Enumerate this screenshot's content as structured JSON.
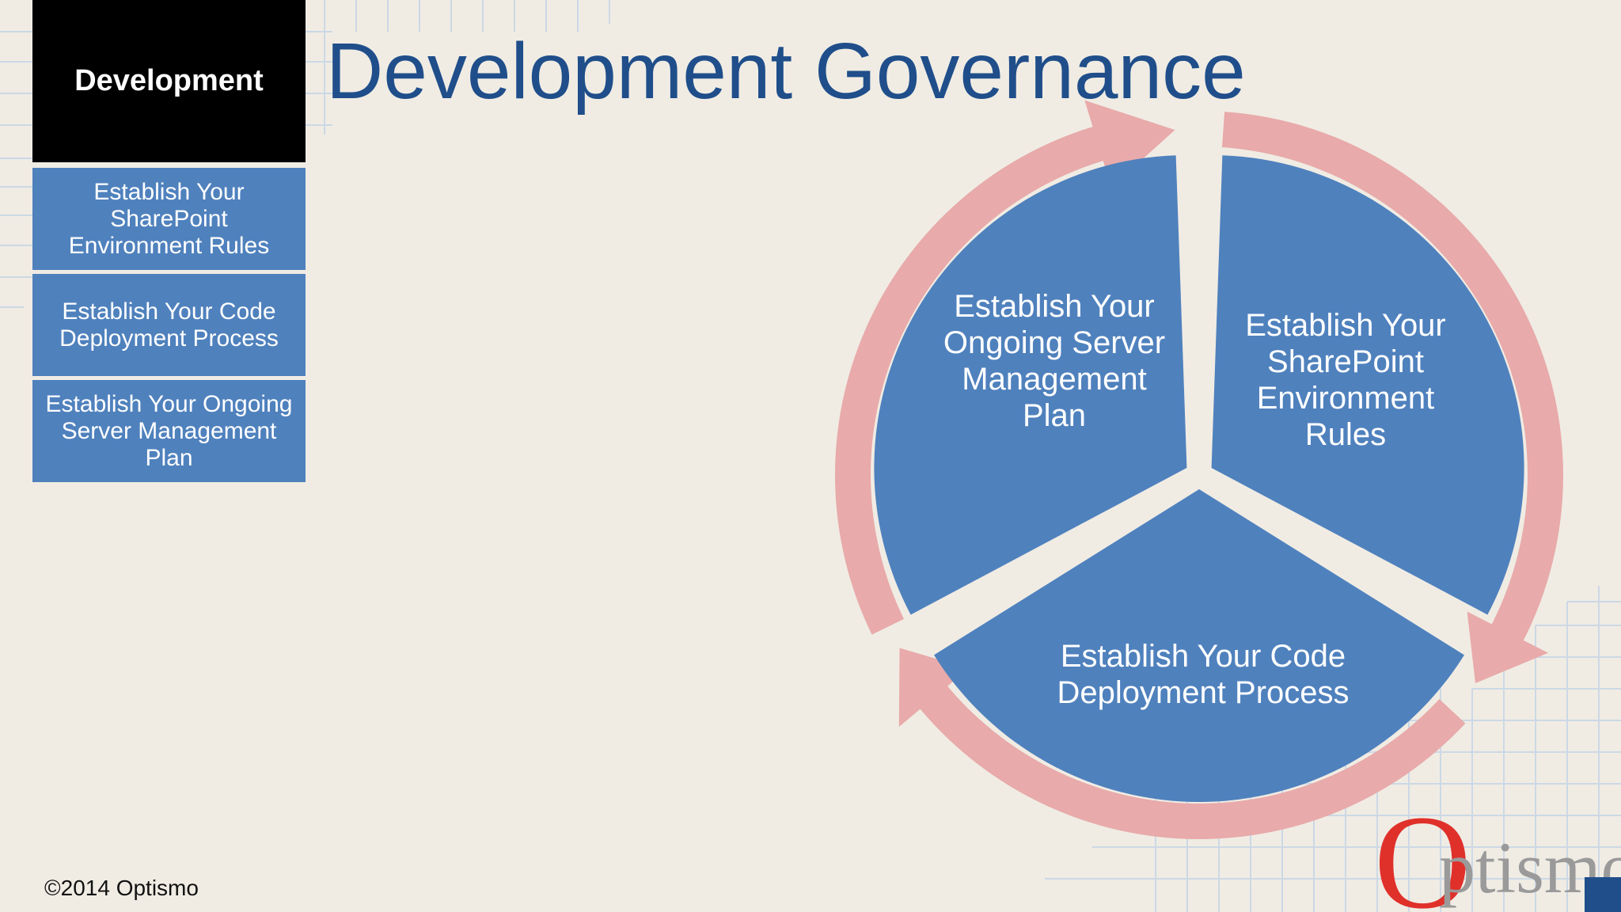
{
  "sidebar": {
    "header": "Development",
    "items": [
      {
        "label": "Establish Your SharePoint Environment Rules"
      },
      {
        "label": "Establish Your Code Deployment Process"
      },
      {
        "label": "Establish Your Ongoing Server Management Plan"
      }
    ]
  },
  "title": "Development Governance",
  "diagram": {
    "segments": [
      {
        "label": "Establish Your Ongoing Server Management Plan"
      },
      {
        "label": "Establish Your SharePoint Environment Rules"
      },
      {
        "label": "Establish Your Code Deployment Process"
      }
    ],
    "colors": {
      "segment_fill": "#4f81bd",
      "arrow": "#e8aaaa",
      "title": "#1f4e8a",
      "sidebar_header": "#000000"
    }
  },
  "footer": {
    "copyright": "©2014 Optismo"
  },
  "logo": {
    "text": "Optismo"
  }
}
